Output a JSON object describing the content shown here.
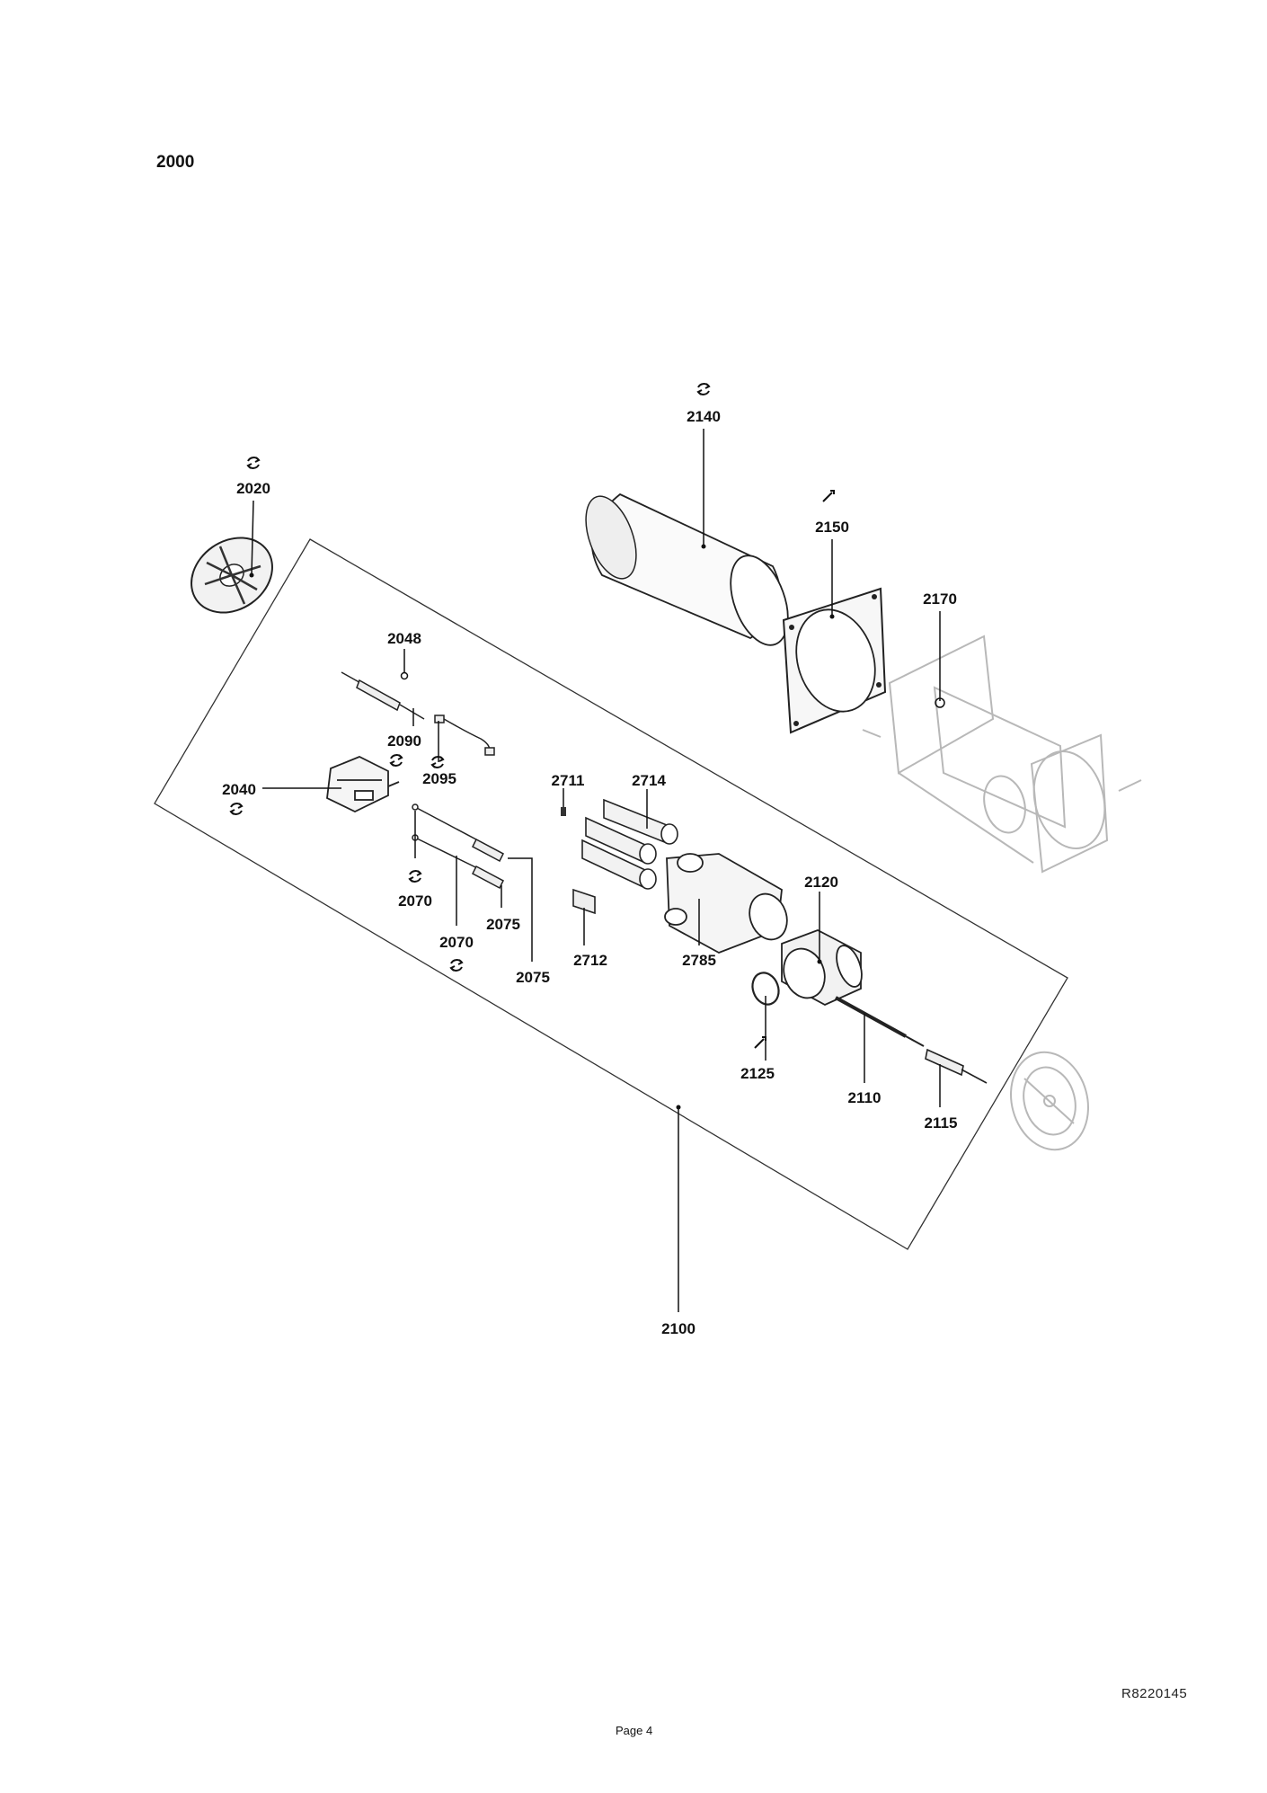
{
  "page": {
    "section_number": "2000",
    "reference_code": "R8220145",
    "page_label": "Page 4"
  },
  "callouts": {
    "c2020": "2020",
    "c2140": "2140",
    "c2150": "2150",
    "c2170": "2170",
    "c2048": "2048",
    "c2090": "2090",
    "c2095": "2095",
    "c2040": "2040",
    "c2711": "2711",
    "c2714": "2714",
    "c2120": "2120",
    "c2070a": "2070",
    "c2075a": "2075",
    "c2070b": "2070",
    "c2712": "2712",
    "c2785": "2785",
    "c2075b": "2075",
    "c2125": "2125",
    "c2110": "2110",
    "c2115": "2115",
    "c2100": "2100"
  },
  "icons": {
    "replace_symbol": "circular-arrows-icon",
    "tool_symbol": "wrench-icon"
  },
  "colors": {
    "line": "#111111",
    "ghost": "#b8b8b8"
  }
}
